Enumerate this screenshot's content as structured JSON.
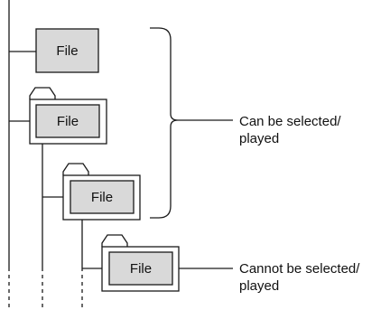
{
  "colors": {
    "line": "#1a1a1a",
    "file_fill": "#d9d9d9",
    "folder_fill": "#ffffff",
    "background": "#ffffff"
  },
  "items": {
    "file_root": "File",
    "file_level1": "File",
    "file_level2": "File",
    "file_level3": "File"
  },
  "annotations": {
    "selectable_line1": "Can be selected/",
    "selectable_line2": "played",
    "not_selectable_line1": "Cannot be selected/",
    "not_selectable_line2": "played"
  }
}
